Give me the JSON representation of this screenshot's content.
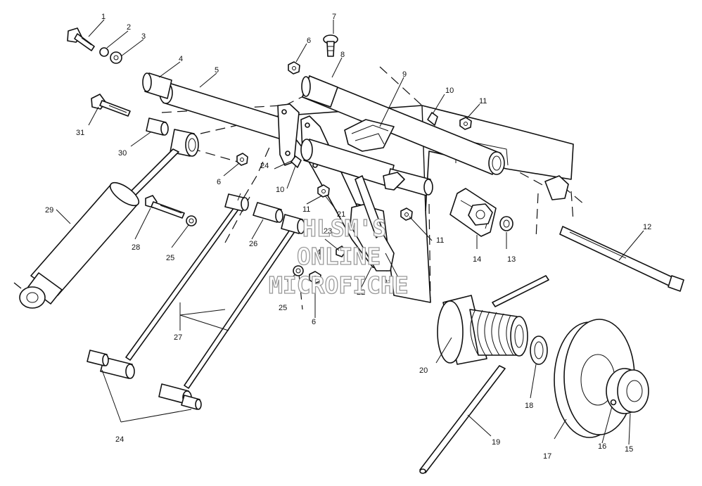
{
  "watermark": {
    "line1": "HLSM'S",
    "line2": "ONLINE",
    "line3": "MICROFICHE"
  },
  "callouts": [
    {
      "id": "c1",
      "text": "1"
    },
    {
      "id": "c2",
      "text": "2"
    },
    {
      "id": "c3",
      "text": "3"
    },
    {
      "id": "c4",
      "text": "4"
    },
    {
      "id": "c5",
      "text": "5"
    },
    {
      "id": "c6a",
      "text": "6"
    },
    {
      "id": "c6b",
      "text": "6"
    },
    {
      "id": "c6c",
      "text": "6"
    },
    {
      "id": "c7",
      "text": "7"
    },
    {
      "id": "c8",
      "text": "8"
    },
    {
      "id": "c9",
      "text": "9"
    },
    {
      "id": "c10a",
      "text": "10"
    },
    {
      "id": "c10b",
      "text": "10"
    },
    {
      "id": "c11a",
      "text": "11"
    },
    {
      "id": "c11b",
      "text": "11"
    },
    {
      "id": "c11c",
      "text": "11"
    },
    {
      "id": "c12",
      "text": "12"
    },
    {
      "id": "c13",
      "text": "13"
    },
    {
      "id": "c14",
      "text": "14"
    },
    {
      "id": "c15",
      "text": "15"
    },
    {
      "id": "c16",
      "text": "16"
    },
    {
      "id": "c17",
      "text": "17"
    },
    {
      "id": "c18",
      "text": "18"
    },
    {
      "id": "c19",
      "text": "19"
    },
    {
      "id": "c20",
      "text": "20"
    },
    {
      "id": "c21a",
      "text": "21"
    },
    {
      "id": "c21b",
      "text": "21"
    },
    {
      "id": "c22",
      "text": "22"
    },
    {
      "id": "c23",
      "text": "23"
    },
    {
      "id": "c24a",
      "text": "24"
    },
    {
      "id": "c24b",
      "text": "24"
    },
    {
      "id": "c24c",
      "text": "24"
    },
    {
      "id": "c25a",
      "text": "25"
    },
    {
      "id": "c25b",
      "text": "25"
    },
    {
      "id": "c26",
      "text": "26"
    },
    {
      "id": "c27",
      "text": "27"
    },
    {
      "id": "c28",
      "text": "28"
    },
    {
      "id": "c29",
      "text": "29"
    },
    {
      "id": "c30",
      "text": "30"
    },
    {
      "id": "c31",
      "text": "31"
    }
  ]
}
